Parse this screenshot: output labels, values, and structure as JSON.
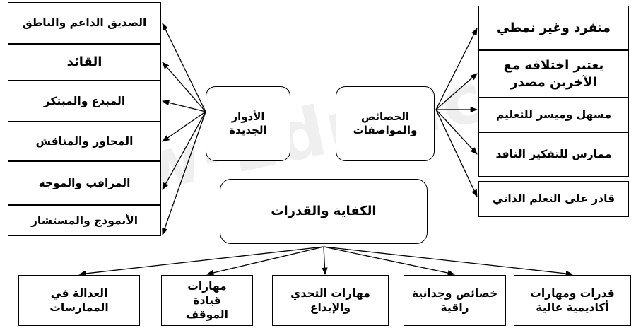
{
  "watermark": "New-Educ.com",
  "roles": {
    "hub": "الأدوار الجديدة",
    "items": [
      "الصديق الداعم والناطق",
      "القائد",
      "المبدع والمبتكر",
      "المحاور والمناقش",
      "المراقب والموجه",
      "الأنموذج والمستشار"
    ]
  },
  "traits": {
    "hub": "الخصائص والمواصفات",
    "items": [
      "متفرد وغير نمطي",
      "يعتبر اختلافه مع الآخرين مصدر",
      "مسهل وميسر للتعليم",
      "ممارس للتفكير الناقد",
      "قادر على التعلم الذاتي"
    ]
  },
  "competencies": {
    "hub": "الكفاية والقدرات",
    "items": [
      "العدالة في الممارسات",
      "مهارات قيادة الموقف",
      "مهارات التحدي والإبداع",
      "خصائص وجدانية راقية",
      "قدرات ومهارات أكاديمية عالية"
    ]
  }
}
